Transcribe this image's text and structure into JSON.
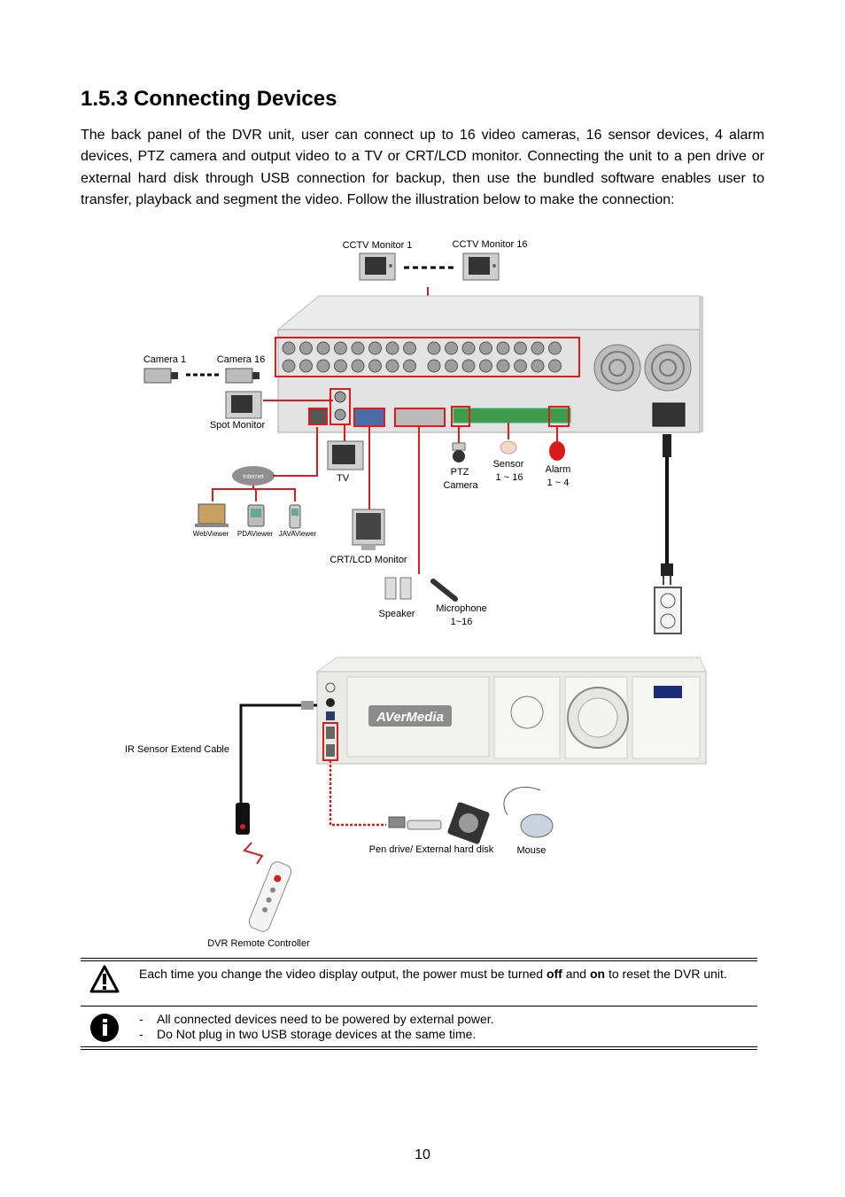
{
  "section": {
    "title": "1.5.3   Connecting Devices",
    "intro": "The back panel of the DVR unit, user can connect up to 16 video cameras, 16 sensor devices, 4 alarm devices, PTZ camera and output video to a TV or CRT/LCD monitor. Connecting the unit to a pen drive or external hard disk through USB connection for backup, then use the bundled software enables user to transfer, playback and segment the video. Follow the illustration below to make the connection:"
  },
  "diagram_back": {
    "cctv_monitor_1": "CCTV Monitor 1",
    "cctv_monitor_16": "CCTV Monitor 16",
    "camera_1": "Camera 1",
    "camera_16": "Camera 16",
    "spot_monitor": "Spot Monitor",
    "internet": "Internet",
    "tv": "TV",
    "ptz_line1": "PTZ",
    "ptz_line2": "Camera",
    "sensor_line1": "Sensor",
    "sensor_line2": "1 ~ 16",
    "alarm_line1": "Alarm",
    "alarm_line2": "1 ~ 4",
    "webviewer": "WebViewer",
    "pdaviewer": "PDAViewer",
    "javaviewer": "JAVAViewer",
    "crt_lcd_monitor": "CRT/LCD Monitor",
    "speaker": "Speaker",
    "microphone_line1": "Microphone",
    "microphone_line2": "1~16"
  },
  "diagram_front": {
    "brand_logo": "AVerMedia",
    "ir_sensor_cable": "IR Sensor Extend Cable",
    "pen_drive_hdd": "Pen drive/ External hard disk",
    "mouse": "Mouse",
    "remote_controller": "DVR Remote Controller"
  },
  "notes": {
    "warning_before": "Each time you change the video display output, the power must be turned ",
    "warning_off": "off",
    "warning_and": " and ",
    "warning_on": "on",
    "warning_after": " to reset the DVR unit.",
    "info_items": [
      "All connected devices need to be powered by external power.",
      "Do Not plug in two USB storage devices at the same time."
    ],
    "bullet_dash": "-"
  },
  "page": {
    "number": "10"
  },
  "icons": {
    "warning": "warning-triangle-icon",
    "info": "info-circle-icon"
  },
  "colors": {
    "accent_red": "#e01b1b",
    "panel_gray": "#d8d8d8"
  }
}
